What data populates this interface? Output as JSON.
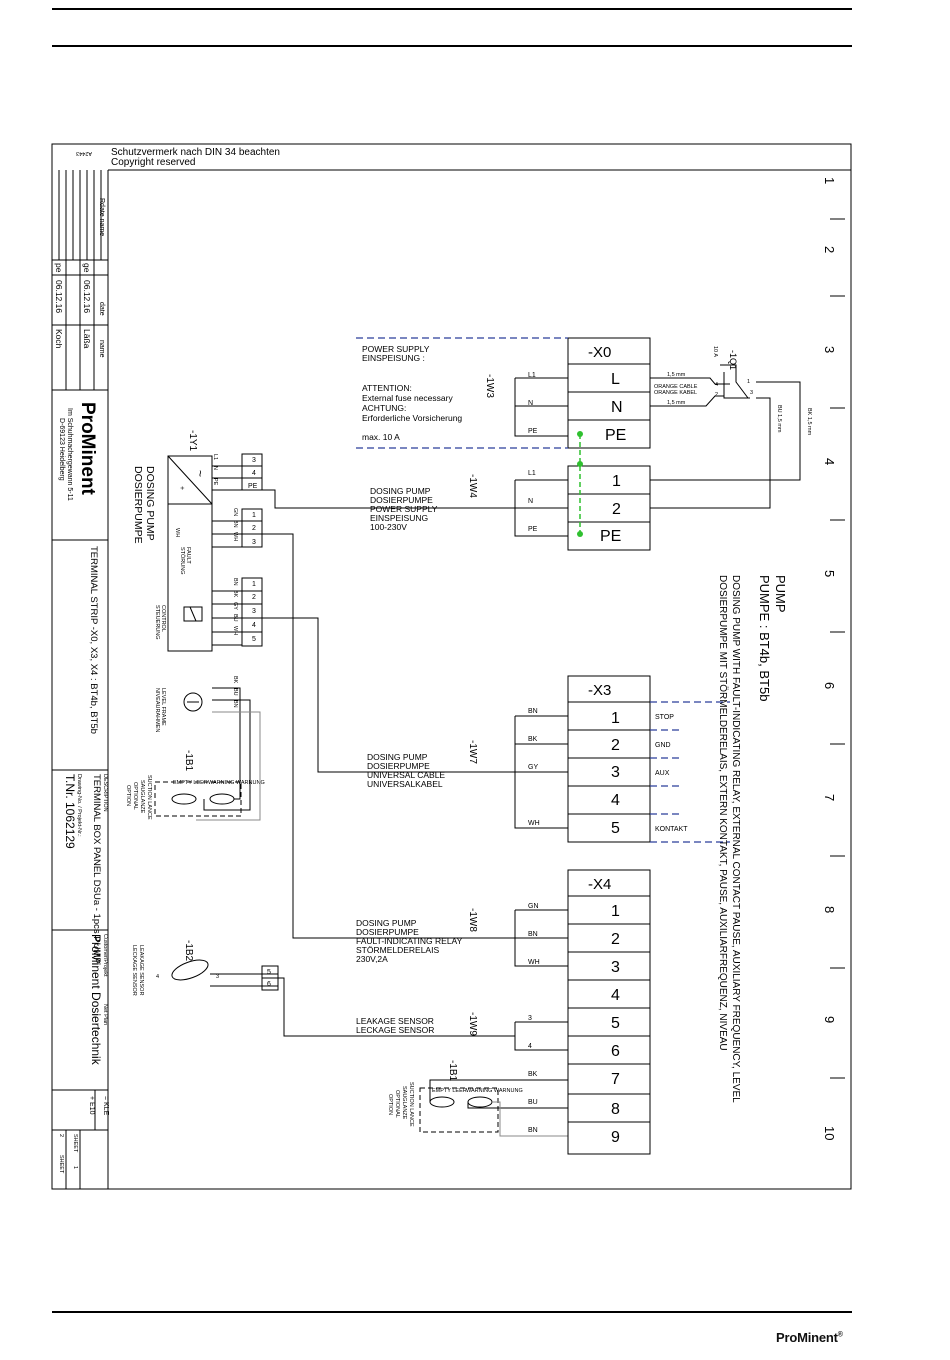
{
  "header": {
    "copyright_line1": "Schutzvermerk nach DIN 34 beachten",
    "copyright_line2": "Copyright reserved",
    "sheet_code": "A2443"
  },
  "grid_numbers": [
    "1",
    "2",
    "3",
    "4",
    "5",
    "6",
    "7",
    "8",
    "9",
    "10"
  ],
  "title_block": {
    "company_logo": "ProMinent",
    "address_line1": "Im Schuhmachergewann 5-11",
    "address_line2": "D-69123 Heidelberg",
    "rev_labels": [
      "ge",
      "pe"
    ],
    "col_date": "date",
    "col_name": "name",
    "col_rdate_name": "Rdate name",
    "rows": [
      {
        "tag": "ge",
        "date": "06.12.16",
        "name": "Läßa"
      },
      {
        "tag": "pe",
        "date": "06.12.16",
        "name": "Koch"
      }
    ],
    "description_label": "DESCRIPTION",
    "description": "TERMINAL STRIP -X0, X3, X4 : BT4b, BT5b",
    "description2": "TERMINAL BOX PANEL DSUa - 1pcs PUMP",
    "drawing_no_label": "Drawing-No. / Projekt-Nr.:",
    "drawing_no": "T.Nr. 1062129",
    "customer_label": "Customer/Projekt",
    "customer": "ProMinent Dosiertechnik",
    "net_plan": "Net Plan",
    "kle": "= KLE",
    "e10": "+ E10",
    "sheet1_label": "SHEET",
    "sheet1_value": "1",
    "sheet2_label": "SHEET",
    "sheet2_value": "2"
  },
  "pump_title": {
    "line1": "PUMP",
    "line2": "PUMPE : BT4b, BT5b",
    "line3": "DOSING PUMP WITH FAULT-INDICATING RELAY, EXTERNAL CONTACT PAUSE, AUXILIARY FREQUENCY, LEVEL",
    "line4": "DOSIERPUMPE MIT STÖRMELDERELAIS, EXTERN KONTAKT, PAUSE, AUXILIARFREQUENZ, NIVEAU"
  },
  "dosing_pump_label": [
    "DOSING PUMP",
    "DOSIERPUMPE"
  ],
  "device_ref": "-1Y1",
  "internal_labels": {
    "fault": [
      "FAULT",
      "STÖRUNG"
    ],
    "control": [
      "CONTROL",
      "STEUERUNG"
    ],
    "level_frame": [
      "LEVEL FRAME",
      "NIVEAURAHMEN"
    ],
    "wh": "WH",
    "power_pins": [
      "L1",
      "N",
      "PE"
    ],
    "fault_pins": [
      "GN",
      "BN",
      "WH"
    ],
    "control_pins": [
      "BN",
      "BK",
      "GY",
      "BU",
      "WH"
    ],
    "level_pins": [
      "BK",
      "BU",
      "BN"
    ],
    "term_nums_power": [
      "3",
      "4",
      "PE"
    ],
    "term_nums_fault": [
      "1",
      "2",
      "3"
    ],
    "term_nums_control": [
      "1",
      "2",
      "3",
      "4",
      "5"
    ]
  },
  "suction_lance_1": {
    "ref": "-1B1",
    "empty": "EMPTY LEER",
    "warning": "WARNING WARNUNG",
    "labels": [
      "SUCTION LANCE",
      "SAUGLANZE",
      "OPTIONAL",
      "OPTION"
    ]
  },
  "leakage_sensor_dev": {
    "ref": "-1B2",
    "labels": [
      "LEAKAGE SENSOR",
      "LECKAGE SENSOR"
    ],
    "pins": [
      "5",
      "6"
    ],
    "inner": [
      "4",
      "3"
    ]
  },
  "suction_lance_2": {
    "ref": "-1B1",
    "empty": "EMPTY LEER",
    "warning": "WARNING WARNUNG",
    "labels": [
      "SUCTION LANCE",
      "SAUGLANZE",
      "OPTIONAL",
      "OPTION"
    ]
  },
  "cables": {
    "w3": {
      "ref": "-1W3",
      "lines": [
        "POWER SUPPLY",
        "EINSPEISUNG :"
      ]
    },
    "attention": [
      "ATTENTION:",
      "External fuse necessary",
      "ACHTUNG:",
      "Erforderliche Vorsicherung",
      "max. 10 A"
    ],
    "w4": {
      "ref": "-1W4",
      "lines": [
        "DOSING PUMP",
        "DOSIERPUMPE",
        "POWER SUPPLY",
        "EINSPEISUNG",
        "100-230V"
      ]
    },
    "w7": {
      "ref": "-1W7",
      "lines": [
        "DOSING PUMP",
        "DOSIERPUMPE",
        "UNIVERSAL CABLE",
        "UNIVERSALKABEL"
      ]
    },
    "w8": {
      "ref": "-1W8",
      "lines": [
        "DOSING PUMP",
        "DOSIERPUMPE",
        "FAULT-INDICATING RELAY",
        "STÖRMELDERELAIS",
        "230V,2A"
      ]
    },
    "w9": {
      "ref": "-1W9",
      "lines": [
        "LEAKAGE SENSOR",
        "LECKAGE SENSOR"
      ]
    }
  },
  "fuse": {
    "ref": "-1Q1",
    "rating": "10 A",
    "cable1": "1,5 mm",
    "cable_orange": [
      "ORANGE CABLE",
      "ORANGE KABEL"
    ],
    "cable2": "1,5 mm",
    "bk": "BK 1,5 mm",
    "bu": "BU 1,5 mm",
    "pins": [
      "1",
      "2",
      "3",
      "4"
    ]
  },
  "terminal_x0": {
    "title": "-X0",
    "rows_a": [
      {
        "wire": "L1",
        "term": "L"
      },
      {
        "wire": "N",
        "term": "N"
      },
      {
        "wire": "PE",
        "term": "PE"
      }
    ],
    "rows_b": [
      {
        "wire": "L1",
        "term": "1"
      },
      {
        "wire": "N",
        "term": "2"
      },
      {
        "wire": "PE",
        "term": "PE"
      }
    ]
  },
  "terminal_x3": {
    "title": "-X3",
    "rows": [
      {
        "wire": "BN",
        "term": "1",
        "func": "STOP"
      },
      {
        "wire": "BK",
        "term": "2",
        "func": "GND"
      },
      {
        "wire": "GY",
        "term": "3",
        "func": "AUX"
      },
      {
        "wire": "",
        "term": "4",
        "func": ""
      },
      {
        "wire": "WH",
        "term": "5",
        "func": "KONTAKT"
      }
    ]
  },
  "terminal_x4": {
    "title": "-X4",
    "rows": [
      {
        "wire": "GN",
        "term": "1"
      },
      {
        "wire": "BN",
        "term": "2"
      },
      {
        "wire": "WH",
        "term": "3"
      },
      {
        "wire": "",
        "term": "4"
      },
      {
        "wire": "3",
        "term": "5"
      },
      {
        "wire": "4",
        "term": "6"
      },
      {
        "wire": "BK",
        "term": "7"
      },
      {
        "wire": "BU",
        "term": "8"
      },
      {
        "wire": "BN",
        "term": "9"
      }
    ]
  },
  "footer": {
    "brand_pro": "Pro",
    "brand_minent": "Minent",
    "reg": "®"
  }
}
